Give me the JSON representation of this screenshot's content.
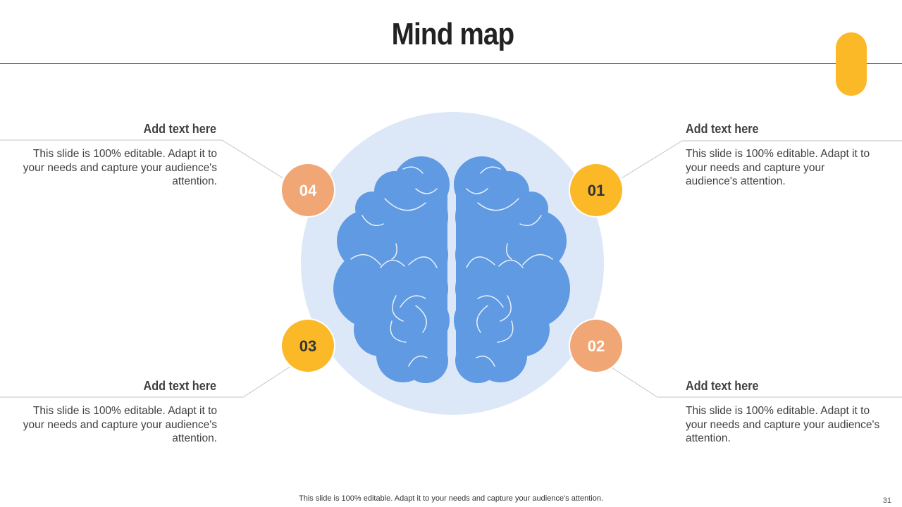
{
  "title": "Mind map",
  "colors": {
    "accent_yellow": "#FBB827",
    "accent_orange": "#F0A675",
    "brain_blue": "#5F9AE2",
    "circle_bg": "#DCE8F7"
  },
  "nodes": [
    {
      "number": "01",
      "heading": "Add text here",
      "text": "This slide is 100% editable. Adapt it to your needs and capture your audience's attention."
    },
    {
      "number": "02",
      "heading": "Add text here",
      "text": "This slide is 100% editable. Adapt it to your needs and capture your audience's attention."
    },
    {
      "number": "03",
      "heading": "Add text here",
      "text": "This slide is 100% editable. Adapt it to your needs and capture your audience's attention."
    },
    {
      "number": "04",
      "heading": "Add text here",
      "text": "This slide is 100% editable. Adapt it to your needs and capture your audience's attention."
    }
  ],
  "footer": "This slide is 100% editable. Adapt it to your needs and capture your audience's attention.",
  "page_number": "31"
}
